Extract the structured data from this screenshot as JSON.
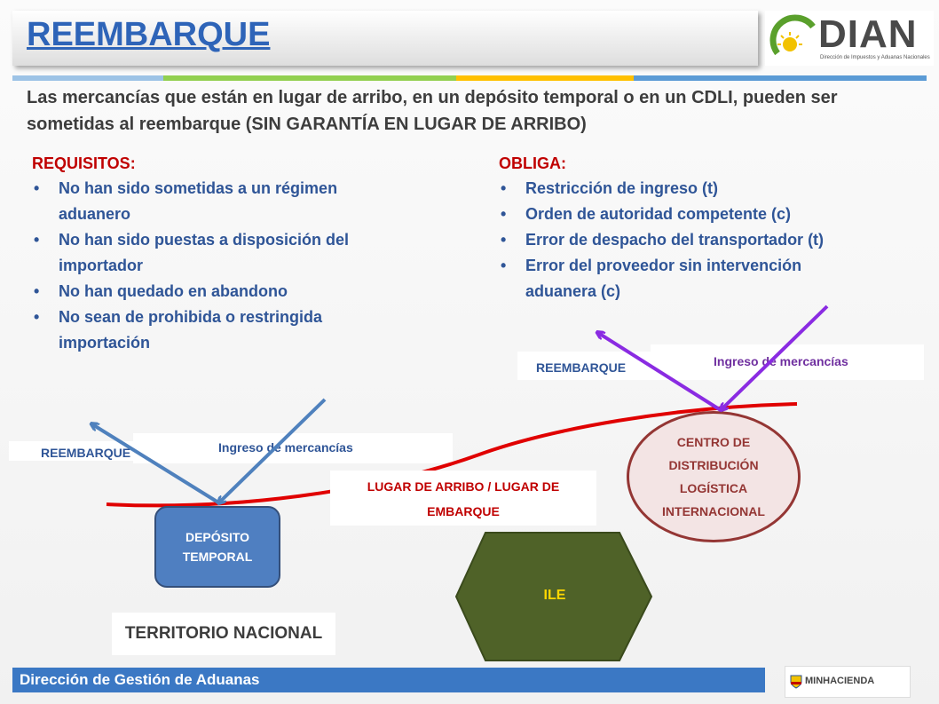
{
  "header": {
    "title": "REEMBARQUE",
    "logo_text": "DIAN",
    "logo_subtitle": "Dirección de Impuestos y Aduanas Nacionales"
  },
  "intro": "Las mercancías que están en lugar de arribo, en un depósito temporal o en un CDLI, pueden ser sometidas al reembarque (SIN GARANTÍA EN LUGAR DE ARRIBO)",
  "requisitos": {
    "heading": "REQUISITOS:",
    "items": [
      "No han sido sometidas a un régimen aduanero",
      "No han sido puestas a disposición del importador",
      "No han quedado en abandono",
      "No sean de prohibida o restringida importación"
    ]
  },
  "obliga": {
    "heading": "OBLIGA:",
    "items": [
      "Restricción de ingreso (t)",
      "Orden de autoridad competente (c)",
      "Error de despacho del transportador (t)",
      "Error del proveedor sin intervención aduanera (c)"
    ]
  },
  "diagram": {
    "left_reembarque": "REEMBARQUE",
    "left_ingreso": "Ingreso de mercancías",
    "right_reembarque": "REEMBARQUE",
    "right_ingreso": "Ingreso de mercancías",
    "deposito": "DEPÓSITO TEMPORAL",
    "lugar": "LUGAR DE ARRIBO / LUGAR DE EMBARQUE",
    "cdli": "CENTRO DE DISTRIBUCIÓN LOGÍSTICA INTERNACIONAL",
    "ile": "ILE",
    "territorio": "TERRITORIO NACIONAL"
  },
  "footer": {
    "text": "Dirección de Gestión de Aduanas",
    "ministry": "MINHACIENDA"
  },
  "colors": {
    "title_blue": "#2e64b8",
    "heading_red": "#c00000",
    "list_blue": "#2f5597",
    "arrow_blue": "#4f81bd",
    "arrow_purple": "#8a2be2",
    "boundary_red": "#e00000",
    "cdli_border": "#943634",
    "ile_green": "#4f6228",
    "footer_blue": "#3b78c4"
  }
}
